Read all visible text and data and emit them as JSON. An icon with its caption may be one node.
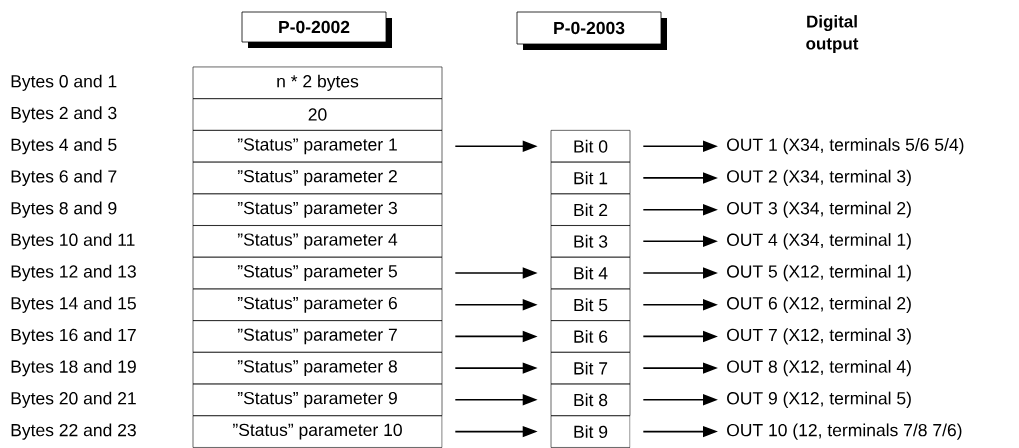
{
  "diagram": {
    "nodes": [
      {
        "text": [
          "P-0-2002"
        ]
      },
      {
        "text": [
          "P-0-2003"
        ]
      },
      {
        "text": [
          "n * 2 bytes"
        ]
      },
      {
        "text": [
          "20"
        ]
      },
      {
        "text": [
          "”Status” parameter 1"
        ]
      },
      {
        "text": [
          "”Status” parameter 2"
        ]
      },
      {
        "text": [
          "”Status” parameter 3"
        ]
      },
      {
        "text": [
          "”Status” parameter 4"
        ]
      },
      {
        "text": [
          "”Status” parameter 5"
        ]
      },
      {
        "text": [
          "”Status” parameter 6"
        ]
      },
      {
        "text": [
          "”Status” parameter 7"
        ]
      },
      {
        "text": [
          "”Status” parameter 8"
        ]
      },
      {
        "text": [
          "”Status” parameter 9"
        ]
      },
      {
        "text": [
          "”Status” parameter 10"
        ]
      },
      {
        "text": [
          "Bit 0"
        ]
      },
      {
        "text": [
          "Bit 1"
        ]
      },
      {
        "text": [
          "Bit 2"
        ]
      },
      {
        "text": [
          "Bit 3"
        ]
      },
      {
        "text": [
          "Bit 4"
        ]
      },
      {
        "text": [
          "Bit 5"
        ]
      },
      {
        "text": [
          "Bit 6"
        ]
      },
      {
        "text": [
          "Bit 7"
        ]
      },
      {
        "text": [
          "Bit 8"
        ]
      },
      {
        "text": [
          "Bit 9"
        ]
      },
      {
        "text": [
          "OUT 1 (X34, terminals 5/6 5/4)"
        ]
      },
      {
        "text": [
          "OUT 2 (X34, terminal 3)"
        ]
      },
      {
        "text": [
          "OUT 3 (X34, terminal 2)"
        ]
      },
      {
        "text": [
          "OUT 4 (X34, terminal 1)"
        ]
      },
      {
        "text": [
          "OUT 5 (X12, terminal 1)"
        ]
      },
      {
        "text": [
          "OUT 6 (X12, terminal 2)"
        ]
      },
      {
        "text": [
          "OUT 7 (X12, terminal 3)"
        ]
      },
      {
        "text": [
          "OUT 8 (X12, terminal 4)"
        ]
      },
      {
        "text": [
          "OUT 9 (X12, terminal 5)"
        ]
      },
      {
        "text": [
          "OUT 10 (12, terminals 7/8 7/6)"
        ]
      }
    ],
    "edges": [
      {
        "from": 4,
        "to": 14,
        "arrow": "to"
      },
      {
        "from": 8,
        "to": 18,
        "arrow": "to"
      },
      {
        "from": 9,
        "to": 19,
        "arrow": "to"
      },
      {
        "from": 10,
        "to": 20,
        "arrow": "to"
      },
      {
        "from": 11,
        "to": 21,
        "arrow": "to"
      },
      {
        "from": 12,
        "to": 22,
        "arrow": "to"
      },
      {
        "from": 13,
        "to": 23,
        "arrow": "to"
      },
      {
        "from": 14,
        "to": 24,
        "arrow": "to"
      },
      {
        "from": 15,
        "to": 25,
        "arrow": "to"
      },
      {
        "from": 16,
        "to": 26,
        "arrow": "to"
      },
      {
        "from": 17,
        "to": 27,
        "arrow": "to"
      },
      {
        "from": 18,
        "to": 28,
        "arrow": "to"
      },
      {
        "from": 19,
        "to": 29,
        "arrow": "to"
      },
      {
        "from": 20,
        "to": 30,
        "arrow": "to"
      },
      {
        "from": 21,
        "to": 31,
        "arrow": "to"
      },
      {
        "from": 22,
        "to": 32,
        "arrow": "to"
      },
      {
        "from": 23,
        "to": 33,
        "arrow": "to"
      }
    ],
    "labels": [
      "Digital output",
      "Bytes 0 and 1",
      "Bytes 2 and 3",
      "Bytes 4 and 5",
      "Bytes 6 and 7",
      "Bytes 8 and 9",
      "Bytes 10 and 11",
      "Bytes 12 and 13",
      "Bytes 14 and 15",
      "Bytes 16 and 17",
      "Bytes 18 and 19",
      "Bytes 20 and 21",
      "Bytes 22 and 23"
    ]
  }
}
